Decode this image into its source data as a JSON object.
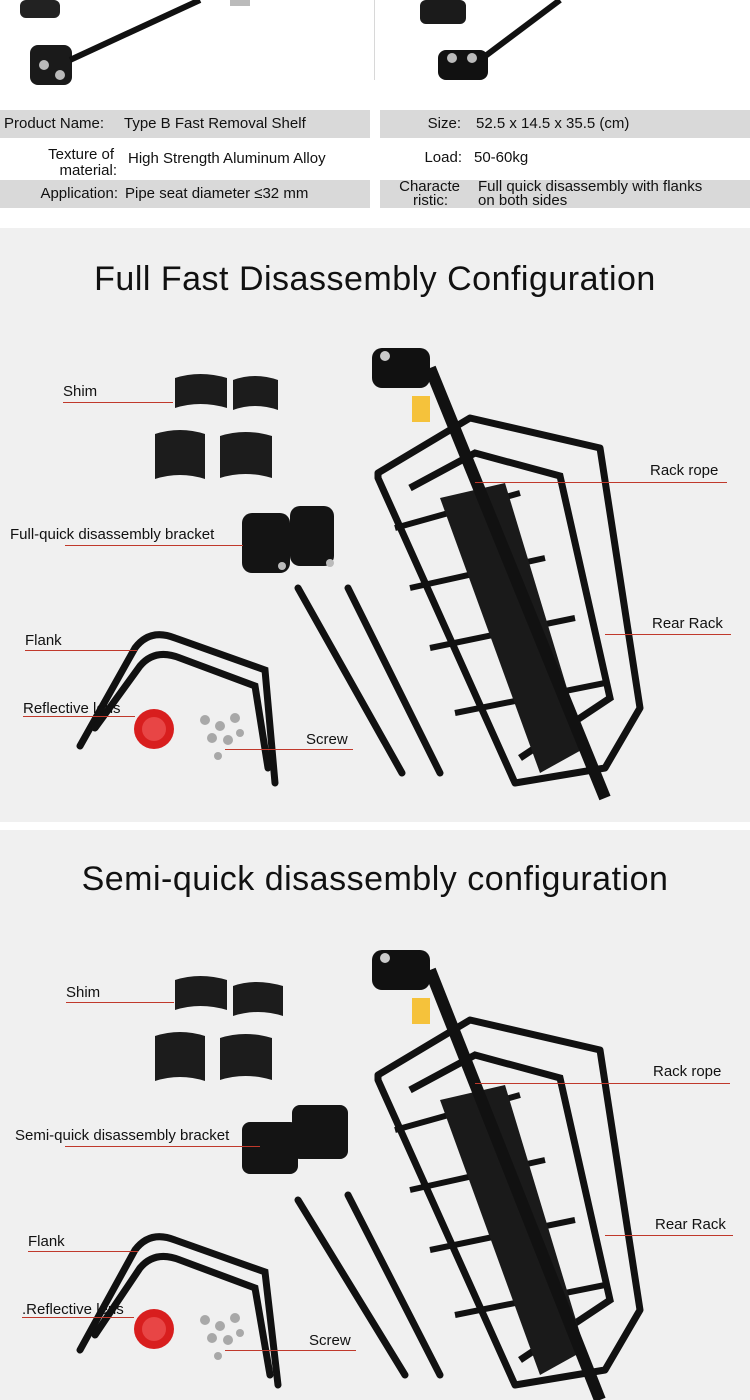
{
  "specs": {
    "product_name_label": "Product Name:",
    "product_name_value": "Type B Fast Removal Shelf",
    "size_label": "Size:",
    "size_value": "52.5 x 14.5 x 35.5 (cm)",
    "texture_label_line1": "Texture of",
    "texture_label_line2": "material:",
    "texture_value": "High Strength Aluminum Alloy",
    "load_label": "Load:",
    "load_value": "50-60kg",
    "application_label": "Application:",
    "application_value": "Pipe seat diameter ≤32 mm",
    "characteristic_label_line1": "Characte",
    "characteristic_label_line2": "ristic:",
    "characteristic_value_line1": "Full quick disassembly with flanks",
    "characteristic_value_line2": "on both sides"
  },
  "section1": {
    "title": "Full Fast Disassembly Configuration",
    "callouts": {
      "shim": "Shim",
      "bracket": "Full-quick disassembly bracket",
      "flank": "Flank",
      "reflective": "Reflective lens",
      "screw": "Screw",
      "rack_rope": "Rack rope",
      "rear_rack": "Rear Rack"
    }
  },
  "section2": {
    "title": "Semi-quick disassembly configuration",
    "callouts": {
      "shim": "Shim",
      "bracket": "Semi-quick disassembly bracket",
      "flank": "Flank",
      "reflective": ".Reflective lens",
      "screw": "Screw",
      "rack_rope": "Rack rope",
      "rear_rack": "Rear Rack"
    }
  },
  "colors": {
    "section_bg": "#f0f0f0",
    "spec_gray": "#d9d9d9",
    "callout_line": "#c0392b",
    "reflector_red": "#d81e1e",
    "metal_black": "#141414"
  }
}
